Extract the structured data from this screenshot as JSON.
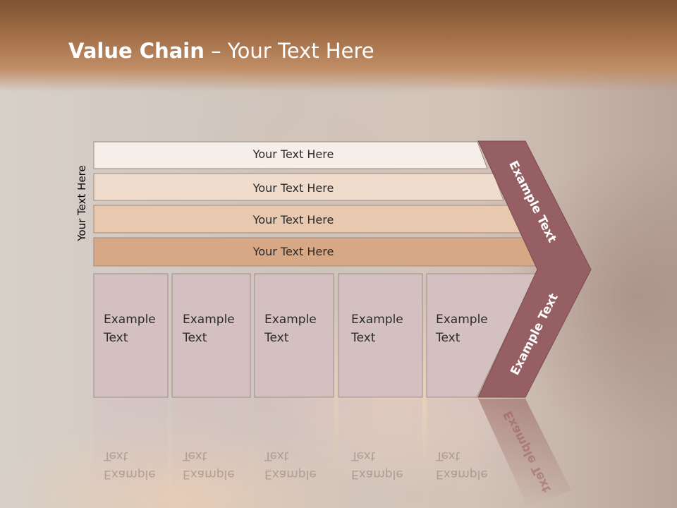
{
  "title": {
    "bold": "Value Chain",
    "rest": " – Your Text Here"
  },
  "side_label": "Your Text Here",
  "bars": [
    {
      "label": "Your Text Here",
      "color": "#f5eee9"
    },
    {
      "label": "Your Text Here",
      "color": "#f0dccd"
    },
    {
      "label": "Your Text Here",
      "color": "#e8c8ae"
    },
    {
      "label": "Your Text Here",
      "color": "#d6a885"
    }
  ],
  "boxes": [
    {
      "label": "Example\nText"
    },
    {
      "label": "Example\nText"
    },
    {
      "label": "Example\nText"
    },
    {
      "label": "Example\nText"
    },
    {
      "label": "Example\nText"
    }
  ],
  "chevron": {
    "top_label": "Example Text",
    "bottom_label": "Example Text",
    "color": "#955f63"
  },
  "colors": {
    "box_fill": "#d5c0c1",
    "box_stroke": "#9e8d8c",
    "header": "#a36f48"
  }
}
